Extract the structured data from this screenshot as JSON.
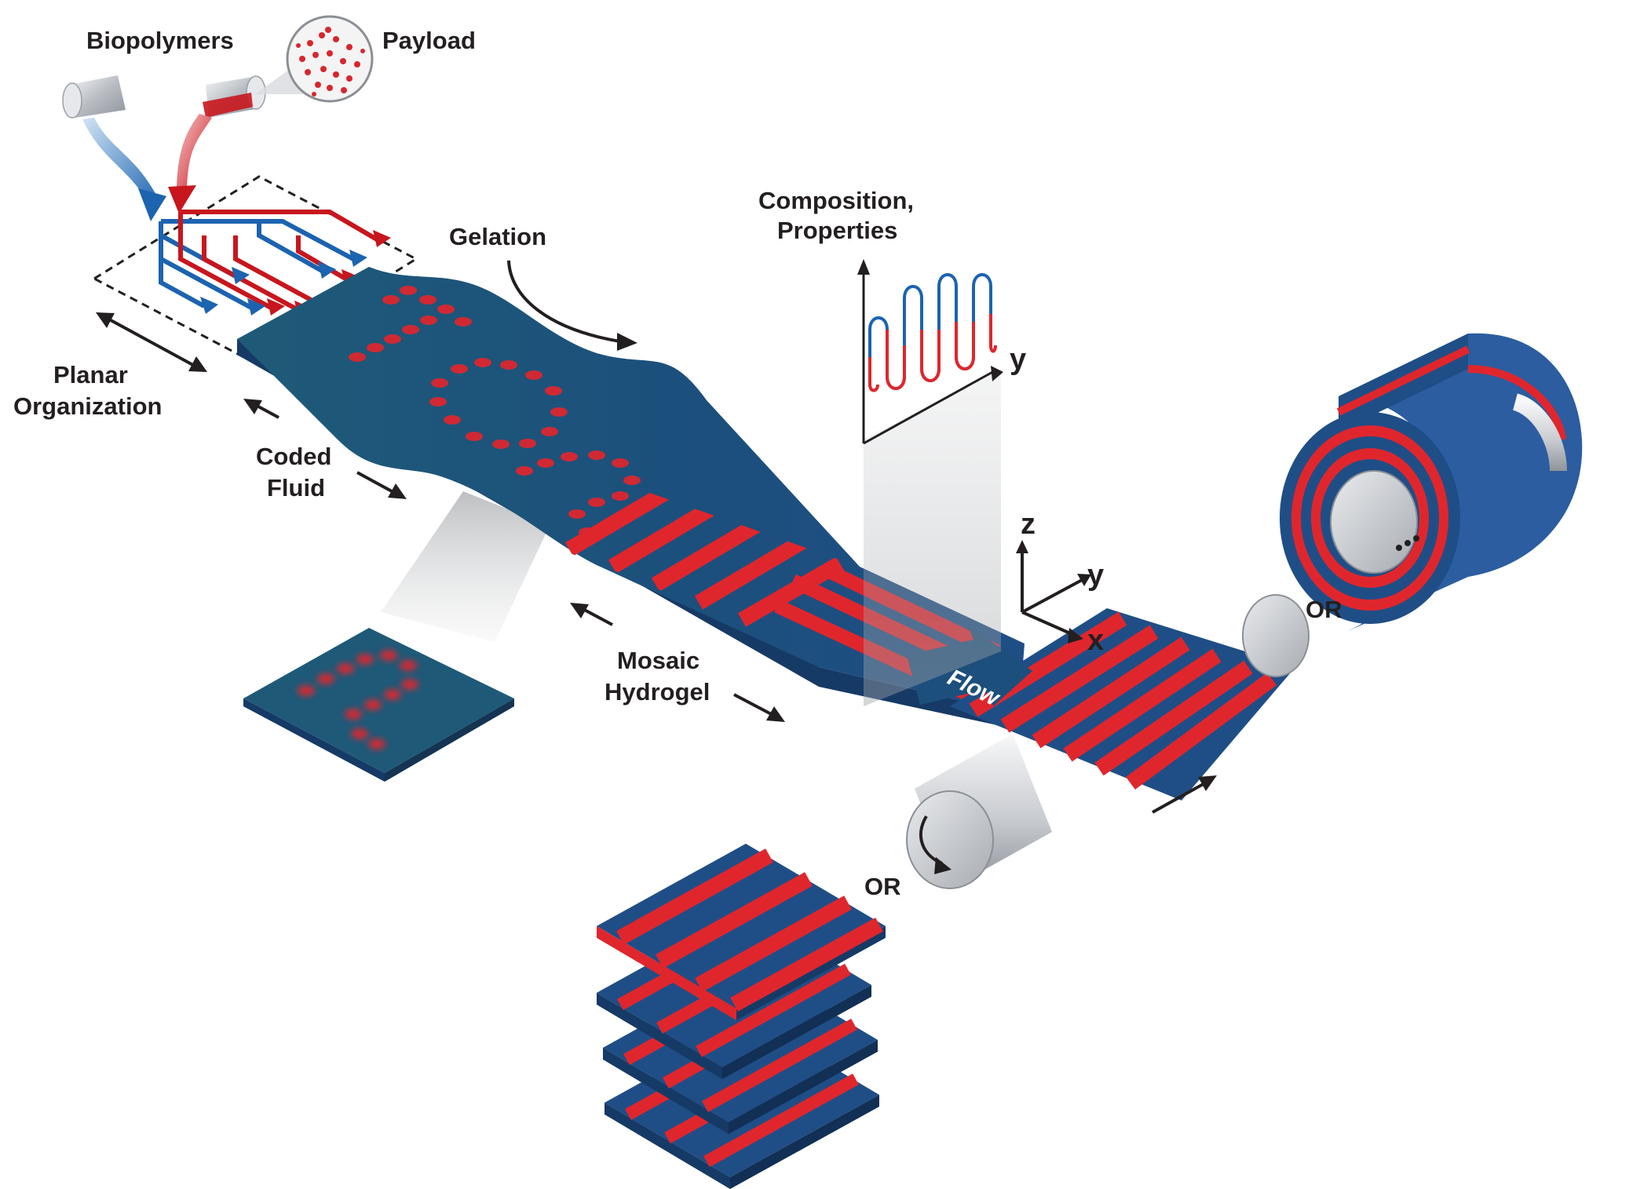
{
  "labels": {
    "biopolymers": "Biopolymers",
    "payload": "Payload",
    "gelation": "Gelation",
    "composition_line1": "Composition,",
    "composition_line2": "Properties",
    "planar_line1": "Planar",
    "planar_line2": "Organization",
    "coded_line1": "Coded",
    "coded_line2": "Fluid",
    "mosaic_line1": "Mosaic",
    "mosaic_line2": "Hydrogel",
    "flow": "Flow",
    "or_roller": "OR",
    "or_stack": "OR",
    "axis_plot_y": "y",
    "axis_z": "z",
    "axis_y": "y",
    "axis_x": "x"
  },
  "colors": {
    "blue": "#1f4e86",
    "blue_dark": "#163a66",
    "teal": "#1e5a78",
    "red": "#e0262d",
    "grey": "#cfd2d6",
    "text": "#231f20"
  },
  "icons": {
    "payload": "particle-magnifier-icon",
    "rollers": "cylinder-roller-icon"
  }
}
